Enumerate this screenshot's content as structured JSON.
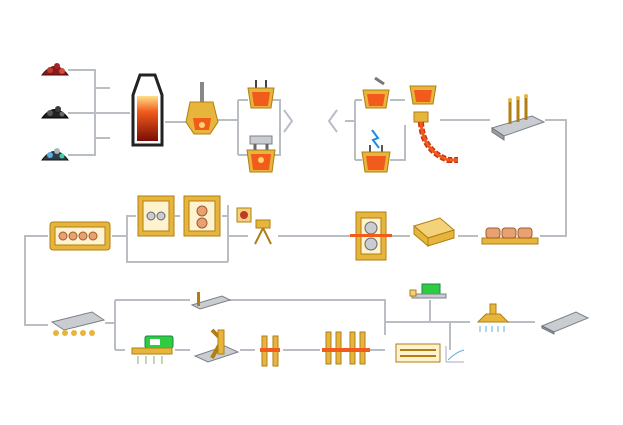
{
  "colors": {
    "connector": "#b9bec4",
    "equipment_gold": "#e7b53b",
    "molten_steel": "#f15b1c",
    "slab_grey": "#c9cdd1",
    "screen_green": "#2ecc40"
  },
  "process_nodes": [
    {
      "name": "iron-ore-pile",
      "icon": "ore-pile-icon"
    },
    {
      "name": "coal-pile",
      "icon": "coal-pile-icon"
    },
    {
      "name": "limestone-pile",
      "icon": "limestone-pile-icon"
    },
    {
      "name": "blast-furnace",
      "icon": "blast-furnace-icon"
    },
    {
      "name": "basic-oxygen-furnace",
      "icon": "converter-icon"
    },
    {
      "name": "ladle-treatment",
      "icon": "ladle-icon"
    },
    {
      "name": "vacuum-degassing",
      "icon": "degasser-icon"
    },
    {
      "name": "ladle-arc-heating",
      "icon": "ladle-furnace-icon"
    },
    {
      "name": "continuous-caster",
      "icon": "caster-icon"
    },
    {
      "name": "cast-slab",
      "icon": "slab-icon"
    },
    {
      "name": "reheating-furnace",
      "icon": "furnace-icon"
    },
    {
      "name": "slab-stack",
      "icon": "slab-stack-icon"
    },
    {
      "name": "roughing-mill",
      "icon": "mill-stand-icon"
    },
    {
      "name": "shear-with-sensor",
      "icon": "shear-icon"
    },
    {
      "name": "finishing-mill",
      "icon": "finishing-mill-icon"
    },
    {
      "name": "roller-furnace",
      "icon": "roller-furnace-icon"
    },
    {
      "name": "quench-line",
      "icon": "quench-icon"
    },
    {
      "name": "finished-plate",
      "icon": "plate-icon"
    }
  ]
}
